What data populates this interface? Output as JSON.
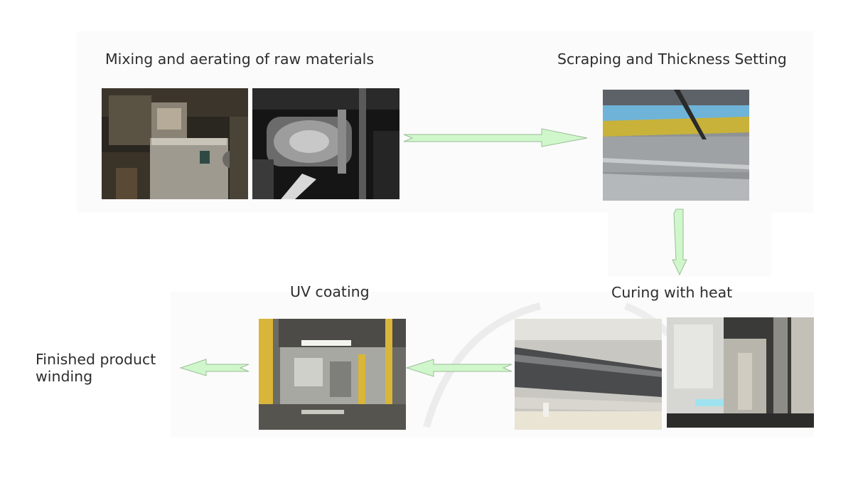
{
  "steps": {
    "mixing": {
      "label": "Mixing and aerating of raw materials",
      "photos": [
        "mixing-machine-photo",
        "aerator-head-photo"
      ]
    },
    "scraping": {
      "label": "Scraping and Thickness Setting",
      "photos": [
        "scraping-blade-photo"
      ]
    },
    "curing": {
      "label": "Curing with heat",
      "photos": [
        "curing-roller-photo",
        "curing-oven-photo"
      ]
    },
    "uv": {
      "label": "UV coating",
      "photos": [
        "uv-coating-line-photo"
      ]
    },
    "winding": {
      "label_line1": "Finished product",
      "label_line2": "winding"
    }
  },
  "colors": {
    "arrow_fill": "#cff7cb",
    "arrow_stroke": "#9bbd97",
    "label_text": "#2d2d2d"
  },
  "flow": [
    "mixing",
    "scraping",
    "curing",
    "uv",
    "winding"
  ]
}
